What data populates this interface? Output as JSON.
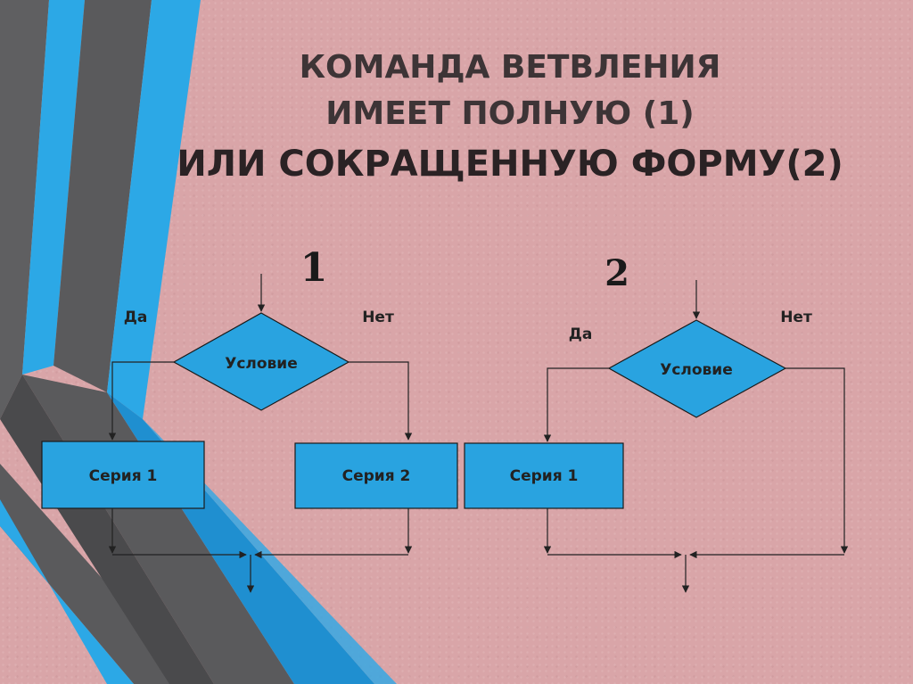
{
  "title": {
    "line1": "КОМАНДА ВЕТВЛЕНИЯ",
    "line2": "ИМЕЕТ ПОЛНУЮ (1)",
    "line3": "ИЛИ СОКРАЩЕННУЮ ФОРМУ(2)"
  },
  "colors": {
    "background": "#d9a5a8",
    "shape_fill": "#29a3e0",
    "stripe_blue": "#2ca8e6",
    "stripe_gray": "#5a5a5c",
    "line": "#222222"
  },
  "diagram1": {
    "number": "1",
    "yes_label": "Да",
    "no_label": "Нет",
    "condition": "Условие",
    "box_left": "Серия 1",
    "box_right": "Серия 2"
  },
  "diagram2": {
    "number": "2",
    "yes_label": "Да",
    "no_label": "Нет",
    "condition": "Условие",
    "box_left": "Серия 1"
  }
}
